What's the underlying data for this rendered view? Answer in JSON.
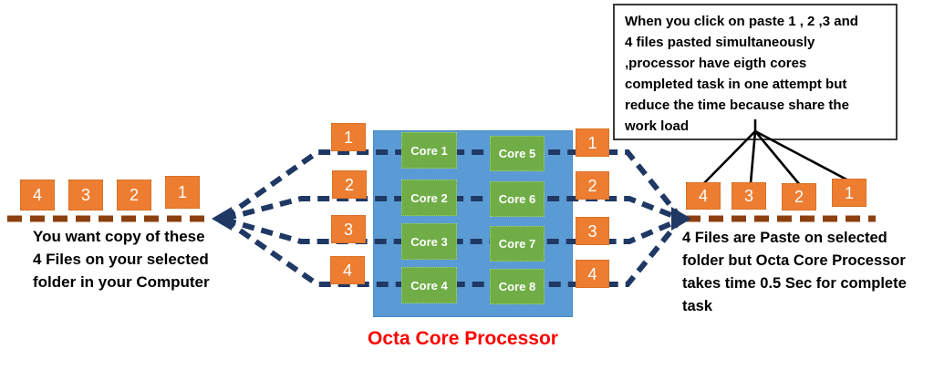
{
  "left_group": {
    "files": [
      "4",
      "3",
      "2",
      "1"
    ],
    "caption": "You want copy of these\n4 Files on your  selected\nfolder in your Computer"
  },
  "processor": {
    "label": "Octa Core Processor",
    "input_files": [
      "1",
      "2",
      "3",
      "4"
    ],
    "output_files": [
      "1",
      "2",
      "3",
      "4"
    ],
    "cores_left": [
      "Core 1",
      "Core 2",
      "Core 3",
      "Core 4"
    ],
    "cores_right": [
      "Core 5",
      "Core 6",
      "Core 7",
      "Core 8"
    ]
  },
  "right_group": {
    "note": "When you click on paste 1 , 2 ,3 and\n4 files pasted  simultaneously\n,processor have eigth cores\ncompleted task in one attempt but\nreduce the time because share the\nwork load",
    "files": [
      "4",
      "3",
      "2",
      "1"
    ],
    "caption": "4 Files are Paste on  selected\nfolder but Octa Core Processor\ntakes time 0.5 Sec for complete\ntask"
  },
  "colors": {
    "file_box_orange": "#ED7D31",
    "processor_blue": "#5B9BD5",
    "core_green": "#70AD47",
    "flow_line_navy": "#1F3864",
    "path_line_brown": "#8C4010",
    "title_red": "#FF0000",
    "text_black": "#000000"
  }
}
